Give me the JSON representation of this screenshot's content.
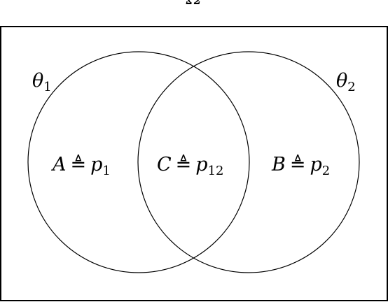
{
  "diagram": {
    "title": "Ω",
    "universe_label": "",
    "set_1": {
      "name": "θ",
      "subscript": "1"
    },
    "set_2": {
      "name": "θ",
      "subscript": "2"
    },
    "regions": {
      "left": {
        "var": "A",
        "op": "≜",
        "p": "p",
        "sub": "1"
      },
      "middle": {
        "var": "C",
        "op": "≜",
        "p": "p",
        "sub": "12"
      },
      "right": {
        "var": "B",
        "op": "≜",
        "p": "p",
        "sub": "2"
      }
    },
    "colors": {
      "stroke": "#000000",
      "background": "#ffffff"
    }
  }
}
